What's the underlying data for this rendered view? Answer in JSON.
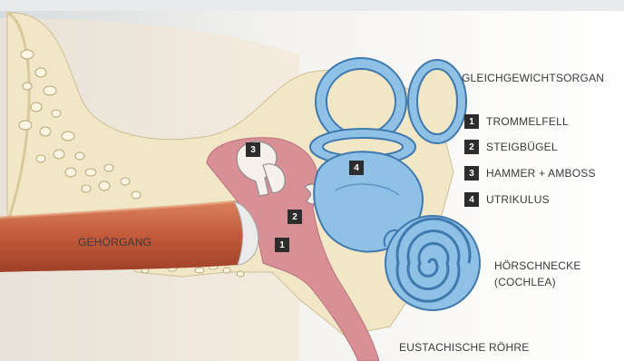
{
  "labels": {
    "gleichgewicht": "GLEICHGEWICHTSORGAN",
    "gehoergang": "GEHÖRGANG",
    "hoerschnecke_1": "HÖRSCHNECKE",
    "hoerschnecke_2": "(COCHLEA)",
    "eustachische": "EUSTACHISCHE RÖHRE"
  },
  "legend": [
    {
      "num": "1",
      "label": "TROMMELFELL"
    },
    {
      "num": "2",
      "label": "STEIGBÜGEL"
    },
    {
      "num": "3",
      "label": "HAMMER + AMBOSS"
    },
    {
      "num": "4",
      "label": "UTRIKULUS"
    }
  ],
  "markers": [
    "1",
    "2",
    "3",
    "4"
  ],
  "colors": {
    "bone": "#f1e7c7",
    "ear_canal": "#c9603f",
    "middle_ear": "#d88f96",
    "inner_ear_fill": "#8fc0e6",
    "inner_ear_outline": "#3f79ad",
    "badge": "#2d2d2d"
  }
}
